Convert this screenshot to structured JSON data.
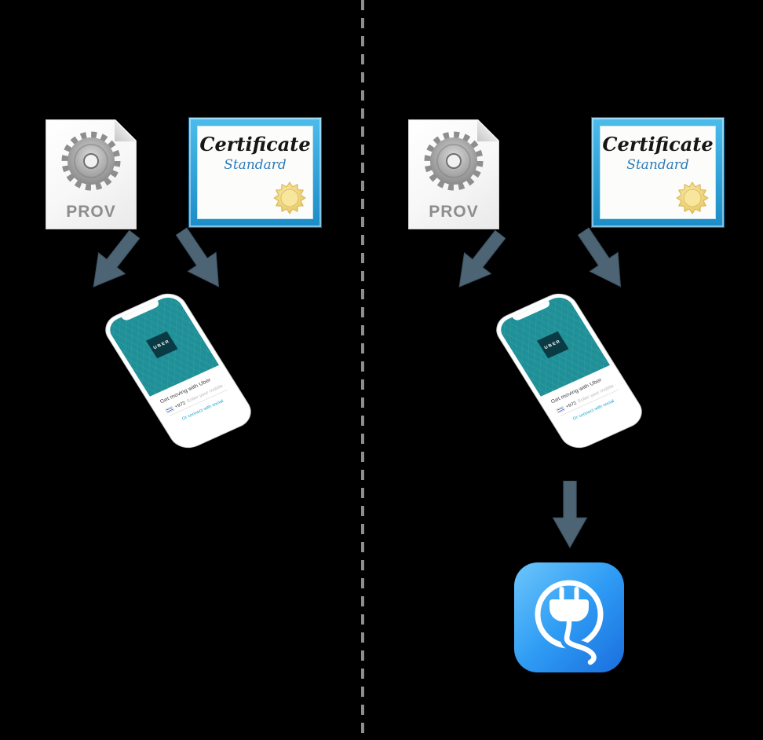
{
  "background_color": "#000000",
  "divider_color": "#8d8d8d",
  "arrow_color": "#4c6474",
  "panels": [
    {
      "id": "left",
      "prov_file": {
        "label": "PROV"
      },
      "certificate": {
        "title": "Certificate",
        "subtitle": "Standard",
        "frame_color": "#1b8cc6",
        "seal_color": "#e8c45c"
      },
      "phone_app": {
        "logo_text": "UBER",
        "screen_color": "#1f9097",
        "headline": "Get moving with Uber",
        "country_code": "+972",
        "input_placeholder": "Enter your mobile number",
        "social_link": "Or connect with social"
      }
    },
    {
      "id": "right",
      "prov_file": {
        "label": "PROV"
      },
      "certificate": {
        "title": "Certificate",
        "subtitle": "Standard",
        "frame_color": "#1b8cc6",
        "seal_color": "#e8c45c"
      },
      "phone_app": {
        "logo_text": "UBER",
        "screen_color": "#1f9097",
        "headline": "Get moving with Uber",
        "country_code": "+972",
        "input_placeholder": "Enter your mobile number",
        "social_link": "Or connect with social"
      },
      "plugin_app": {
        "icon": "power-plug-icon",
        "color": "#2f9cf4"
      }
    }
  ]
}
